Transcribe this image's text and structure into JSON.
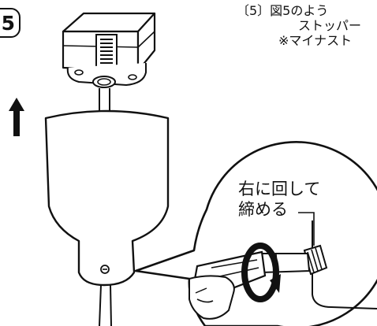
{
  "step": {
    "number": "5"
  },
  "instructions": {
    "line1": "〔5〕図5のよう",
    "line2": "ストッパー",
    "line3": "※マイナスト"
  },
  "callout": {
    "line1": "右に回して",
    "line2": "締める"
  }
}
